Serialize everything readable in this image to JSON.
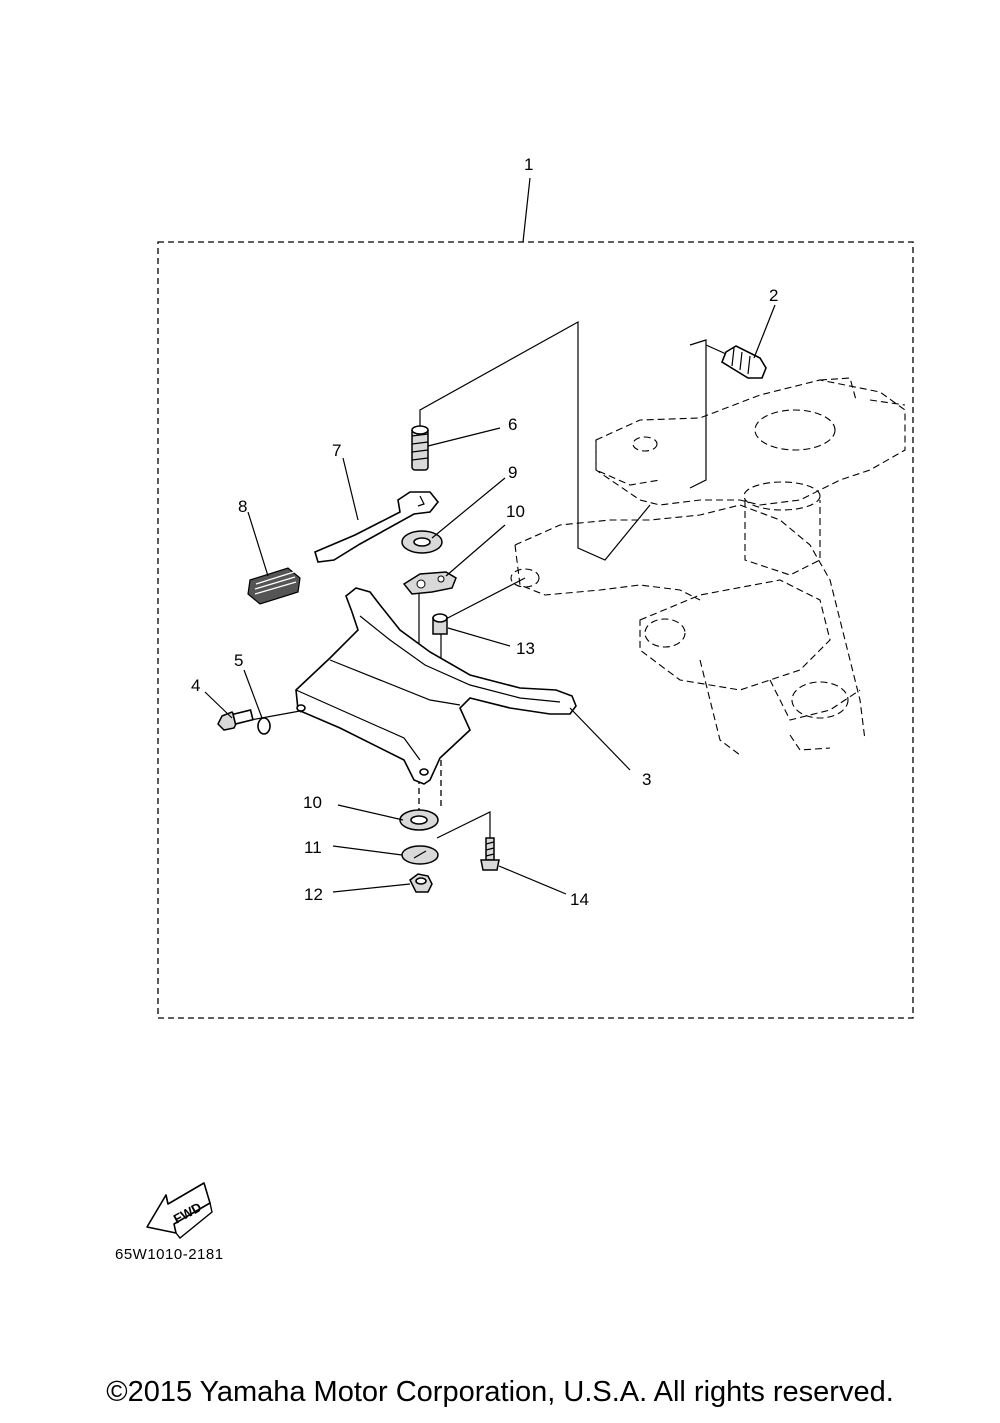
{
  "callouts": [
    "1",
    "2",
    "3",
    "4",
    "5",
    "6",
    "7",
    "8",
    "9",
    "10",
    "10",
    "11",
    "12",
    "13",
    "14"
  ],
  "fwd_label": "FWD",
  "diagram_code": "65W1010-2181",
  "copyright": "©2015 Yamaha Motor Corporation, U.S.A. All rights reserved."
}
